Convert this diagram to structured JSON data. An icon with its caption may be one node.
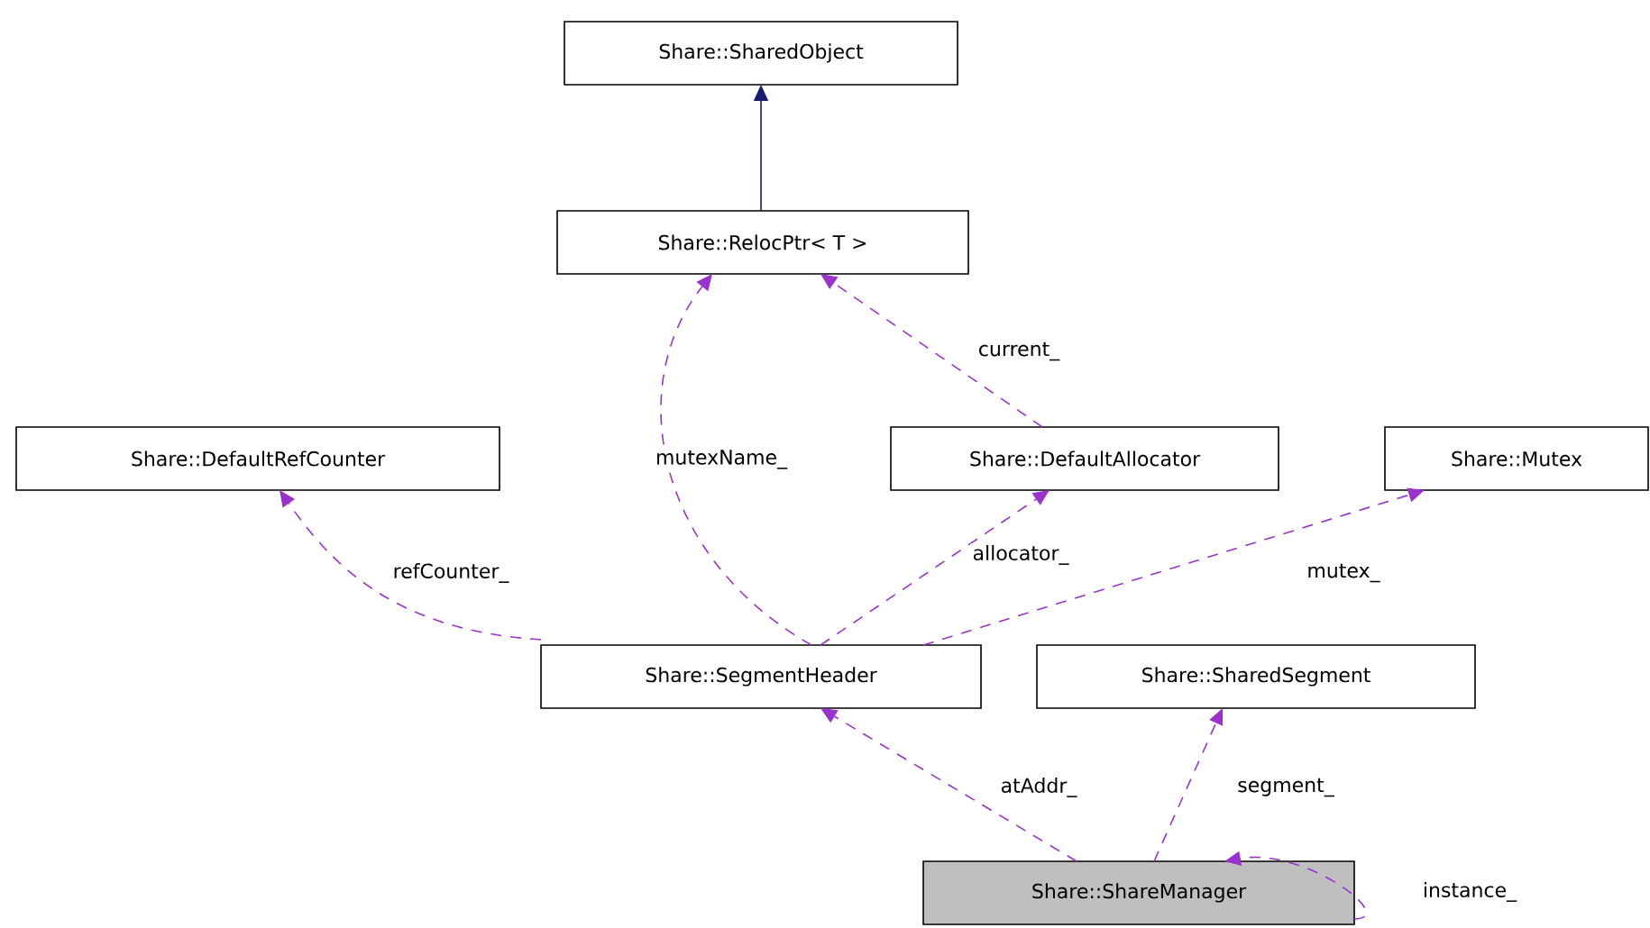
{
  "diagram": {
    "nodes": [
      {
        "text": [
          "Share::SharedObject"
        ]
      },
      {
        "text": [
          "Share::RelocPtr< T >"
        ]
      },
      {
        "text": [
          "Share::DefaultRefCounter"
        ]
      },
      {
        "text": [
          "Share::DefaultAllocator"
        ]
      },
      {
        "text": [
          "Share::Mutex"
        ]
      },
      {
        "text": [
          "Share::SegmentHeader"
        ]
      },
      {
        "text": [
          "Share::SharedSegment"
        ]
      },
      {
        "text": [
          "Share::ShareManager"
        ]
      }
    ],
    "edges": [
      {
        "from": 1,
        "to": 0,
        "arrow": "to",
        "color": "#191970"
      },
      {
        "from": 5,
        "to": 1,
        "arrow": "to",
        "label": "mutexName_",
        "style": "dashed"
      },
      {
        "from": 3,
        "to": 1,
        "arrow": "to",
        "label": "current_",
        "style": "dashed"
      },
      {
        "from": 5,
        "to": 2,
        "arrow": "to",
        "label": "refCounter_",
        "style": "dashed"
      },
      {
        "from": 5,
        "to": 3,
        "arrow": "to",
        "label": "allocator_",
        "style": "dashed"
      },
      {
        "from": 5,
        "to": 4,
        "arrow": "to",
        "label": "mutex_",
        "style": "dashed"
      },
      {
        "from": 7,
        "to": 5,
        "arrow": "to",
        "label": "atAddr_",
        "style": "dashed"
      },
      {
        "from": 7,
        "to": 6,
        "arrow": "to",
        "label": "segment_",
        "style": "dashed"
      },
      {
        "from": 7,
        "to": 7,
        "arrow": "to",
        "label": "instance_",
        "style": "dashed"
      }
    ]
  }
}
